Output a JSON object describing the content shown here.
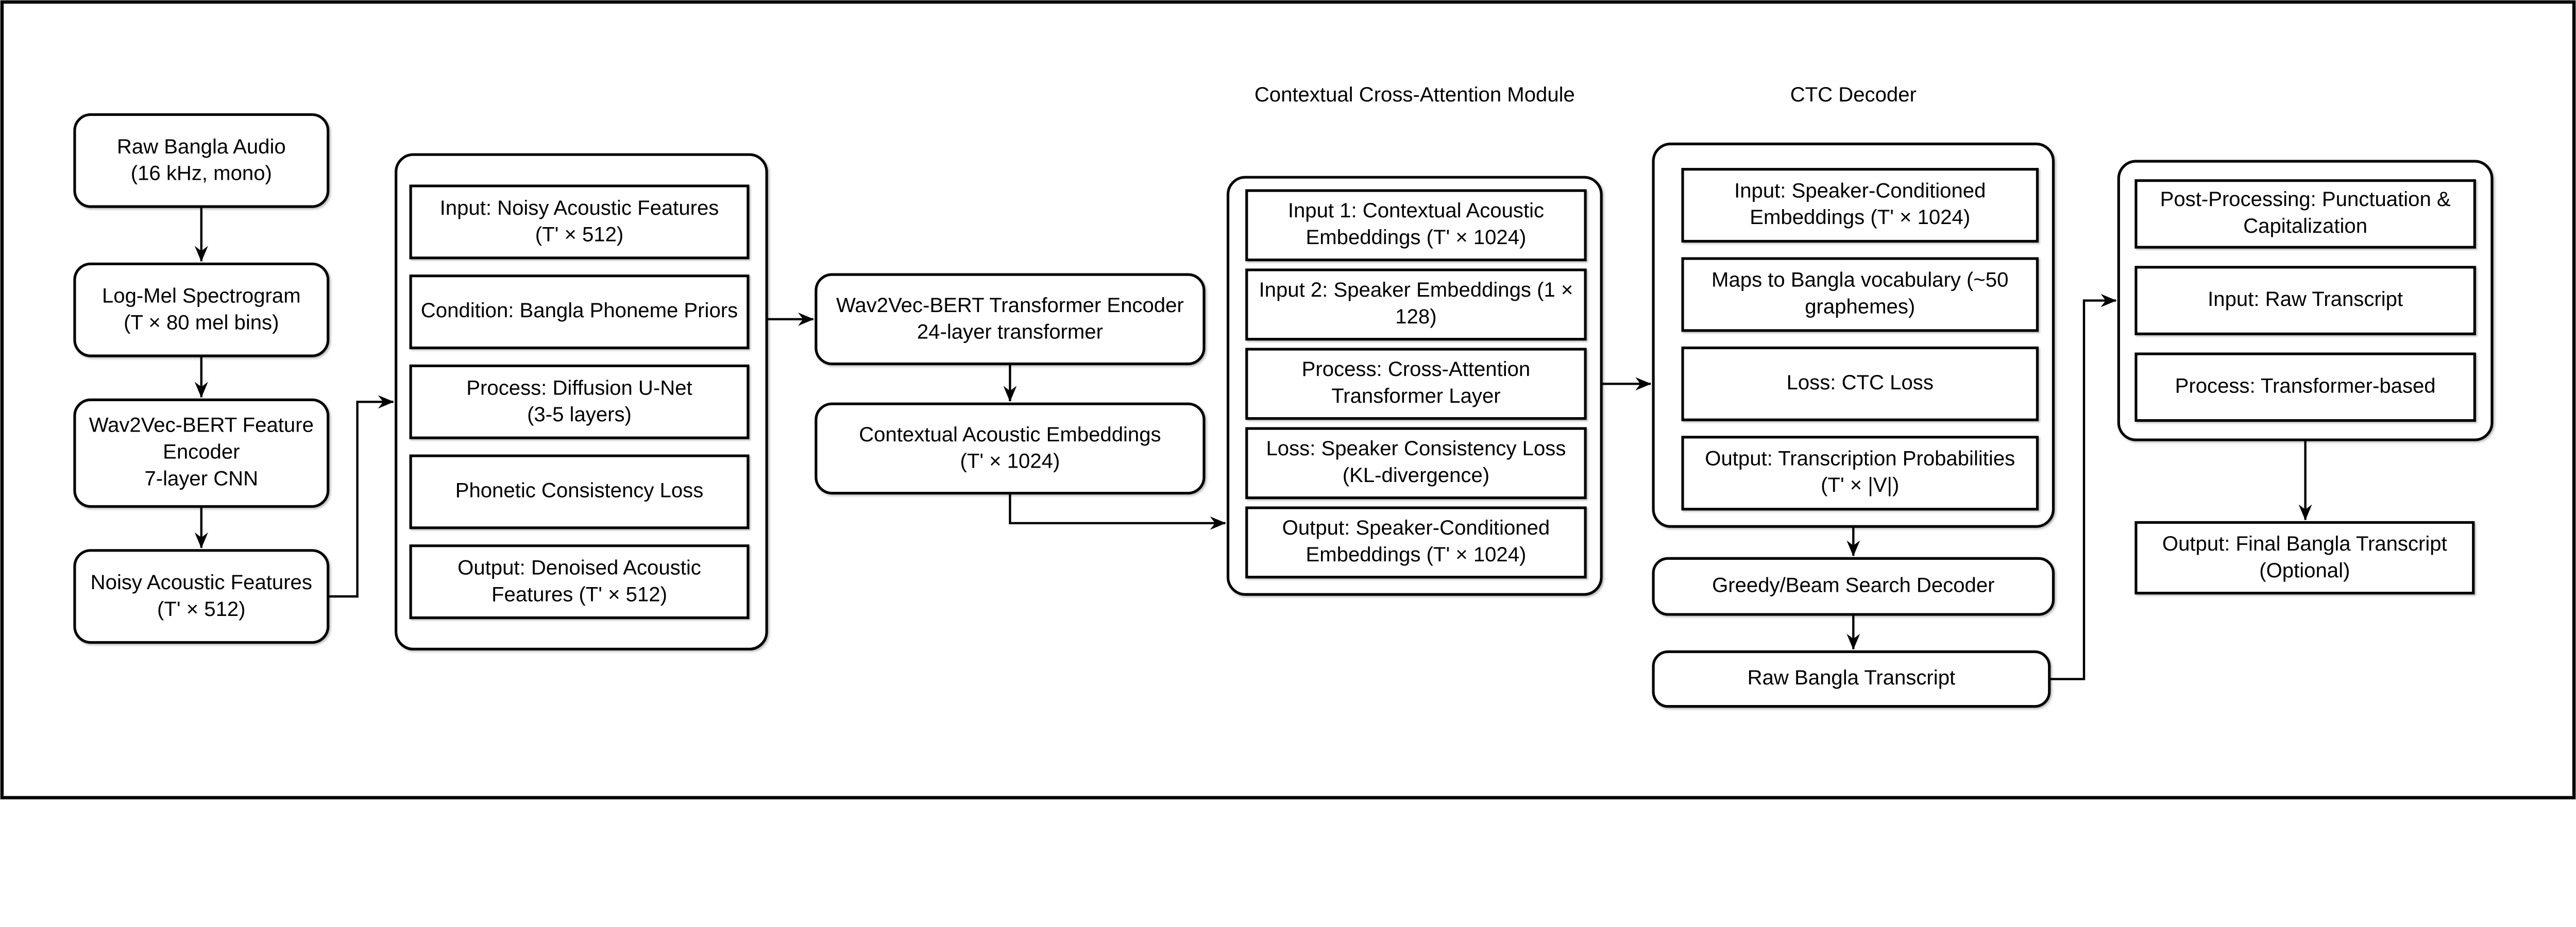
{
  "diagram": {
    "background_color": "#ffffff",
    "box_fill_color": "#ffffff",
    "line_color": "#000000",
    "text_color": "#000000",
    "titles": {
      "cross_attention_module": "Contextual Cross-Attention Module",
      "ctc_decoder": "CTC Decoder"
    },
    "nodes": {
      "raw_audio": {
        "lines": [
          "Raw Bangla Audio",
          "(16 kHz, mono)"
        ]
      },
      "log_mel": {
        "lines": [
          "Log-Mel Spectrogram",
          "(T × 80 mel bins)"
        ]
      },
      "feature_encoder": {
        "lines": [
          "Wav2Vec-BERT Feature",
          "Encoder",
          "7-layer CNN"
        ]
      },
      "noisy_features": {
        "lines": [
          "Noisy Acoustic Features",
          "(T' × 512)"
        ]
      },
      "transformer_encoder": {
        "lines": [
          "Wav2Vec-BERT Transformer Encoder",
          "24-layer transformer"
        ]
      },
      "contextual_embeddings": {
        "lines": [
          "Contextual Acoustic Embeddings",
          "(T' × 1024)"
        ]
      },
      "greedy_beam": {
        "lines": [
          "Greedy/Beam Search Decoder"
        ]
      },
      "raw_transcript": {
        "lines": [
          "Raw Bangla Transcript"
        ]
      },
      "final_transcript": {
        "lines": [
          "Output: Final Bangla Transcript",
          "(Optional)"
        ]
      }
    },
    "diffusion_module": {
      "input": {
        "lines": [
          "Input: Noisy Acoustic Features",
          "(T' × 512)"
        ]
      },
      "condition": {
        "lines": [
          "Condition: Bangla Phoneme Priors"
        ]
      },
      "process": {
        "lines": [
          "Process: Diffusion U-Net",
          "(3-5 layers)"
        ]
      },
      "loss": {
        "lines": [
          "Phonetic Consistency Loss"
        ]
      },
      "output": {
        "lines": [
          "Output: Denoised Acoustic",
          "Features (T' × 512)"
        ]
      }
    },
    "cross_attention_module": {
      "input1": {
        "lines": [
          "Input 1: Contextual Acoustic",
          "Embeddings (T' × 1024)"
        ]
      },
      "input2": {
        "lines": [
          "Input 2: Speaker Embeddings (1 ×",
          "128)"
        ]
      },
      "process": {
        "lines": [
          "Process: Cross-Attention",
          "Transformer Layer"
        ]
      },
      "loss": {
        "lines": [
          "Loss: Speaker Consistency Loss",
          "(KL-divergence)"
        ]
      },
      "output": {
        "lines": [
          "Output: Speaker-Conditioned",
          "Embeddings (T' × 1024)"
        ]
      }
    },
    "ctc_module": {
      "input": {
        "lines": [
          "Input: Speaker-Conditioned",
          "Embeddings (T' × 1024)"
        ]
      },
      "maps": {
        "lines": [
          "Maps to Bangla vocabulary (~50",
          "graphemes)"
        ]
      },
      "loss": {
        "lines": [
          "Loss: CTC Loss"
        ]
      },
      "output": {
        "lines": [
          "Output: Transcription Probabilities",
          "(T' × |V|)"
        ]
      }
    },
    "postprocessing_module": {
      "post": {
        "lines": [
          "Post-Processing: Punctuation &",
          "Capitalization"
        ]
      },
      "input": {
        "lines": [
          "Input: Raw Transcript"
        ]
      },
      "process": {
        "lines": [
          "Process: Transformer-based"
        ]
      }
    }
  }
}
